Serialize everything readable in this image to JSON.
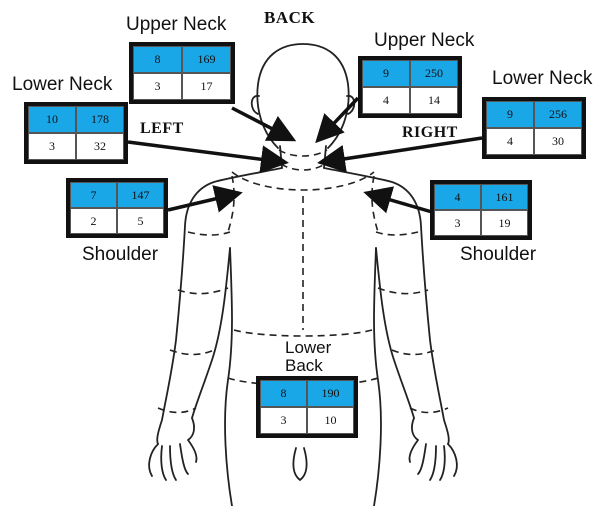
{
  "title": "BACK",
  "side_left": "LEFT",
  "side_right": "RIGHT",
  "colors": {
    "header_cell": "#1aa7e8",
    "outline": "#111111"
  },
  "regions": {
    "upper_neck_left": {
      "label": "Upper Neck",
      "top": [
        "8",
        "169"
      ],
      "bottom": [
        "3",
        "17"
      ]
    },
    "upper_neck_right": {
      "label": "Upper Neck",
      "top": [
        "9",
        "250"
      ],
      "bottom": [
        "4",
        "14"
      ]
    },
    "lower_neck_left": {
      "label": "Lower Neck",
      "top": [
        "10",
        "178"
      ],
      "bottom": [
        "3",
        "32"
      ]
    },
    "lower_neck_right": {
      "label": "Lower Neck",
      "top": [
        "9",
        "256"
      ],
      "bottom": [
        "4",
        "30"
      ]
    },
    "shoulder_left": {
      "label": "Shoulder",
      "top": [
        "7",
        "147"
      ],
      "bottom": [
        "2",
        "5"
      ]
    },
    "shoulder_right": {
      "label": "Shoulder",
      "top": [
        "4",
        "161"
      ],
      "bottom": [
        "3",
        "19"
      ]
    },
    "lower_back": {
      "label_line1": "Lower",
      "label_line2": "Back",
      "top": [
        "8",
        "190"
      ],
      "bottom": [
        "3",
        "10"
      ]
    }
  }
}
